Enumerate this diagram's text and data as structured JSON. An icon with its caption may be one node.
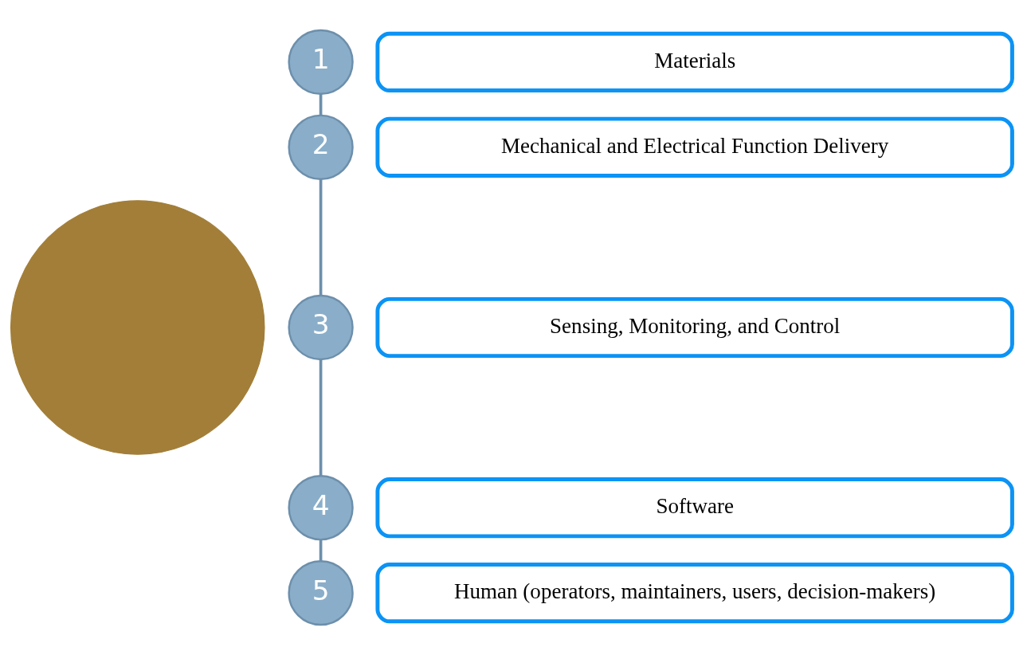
{
  "diagram": {
    "nodes": [
      {
        "text": [],
        "shape": "circle"
      },
      {
        "text": [
          "1"
        ]
      },
      {
        "text": [
          "Materials"
        ]
      },
      {
        "text": [
          "2"
        ]
      },
      {
        "text": [
          "Mechanical and Electrical Function Delivery"
        ]
      },
      {
        "text": [
          "3"
        ]
      },
      {
        "text": [
          "Sensing, Monitoring, and Control"
        ]
      },
      {
        "text": [
          "4"
        ]
      },
      {
        "text": [
          "Software"
        ]
      },
      {
        "text": [
          "5"
        ]
      },
      {
        "text": [
          "Human (operators, maintainers, users, decision-makers)"
        ]
      }
    ],
    "edges": [
      {
        "from": 1,
        "to": 3,
        "arrow": "none"
      },
      {
        "from": 3,
        "to": 5,
        "arrow": "none"
      },
      {
        "from": 5,
        "to": 7,
        "arrow": "none"
      },
      {
        "from": 7,
        "to": 9,
        "arrow": "none"
      }
    ]
  }
}
